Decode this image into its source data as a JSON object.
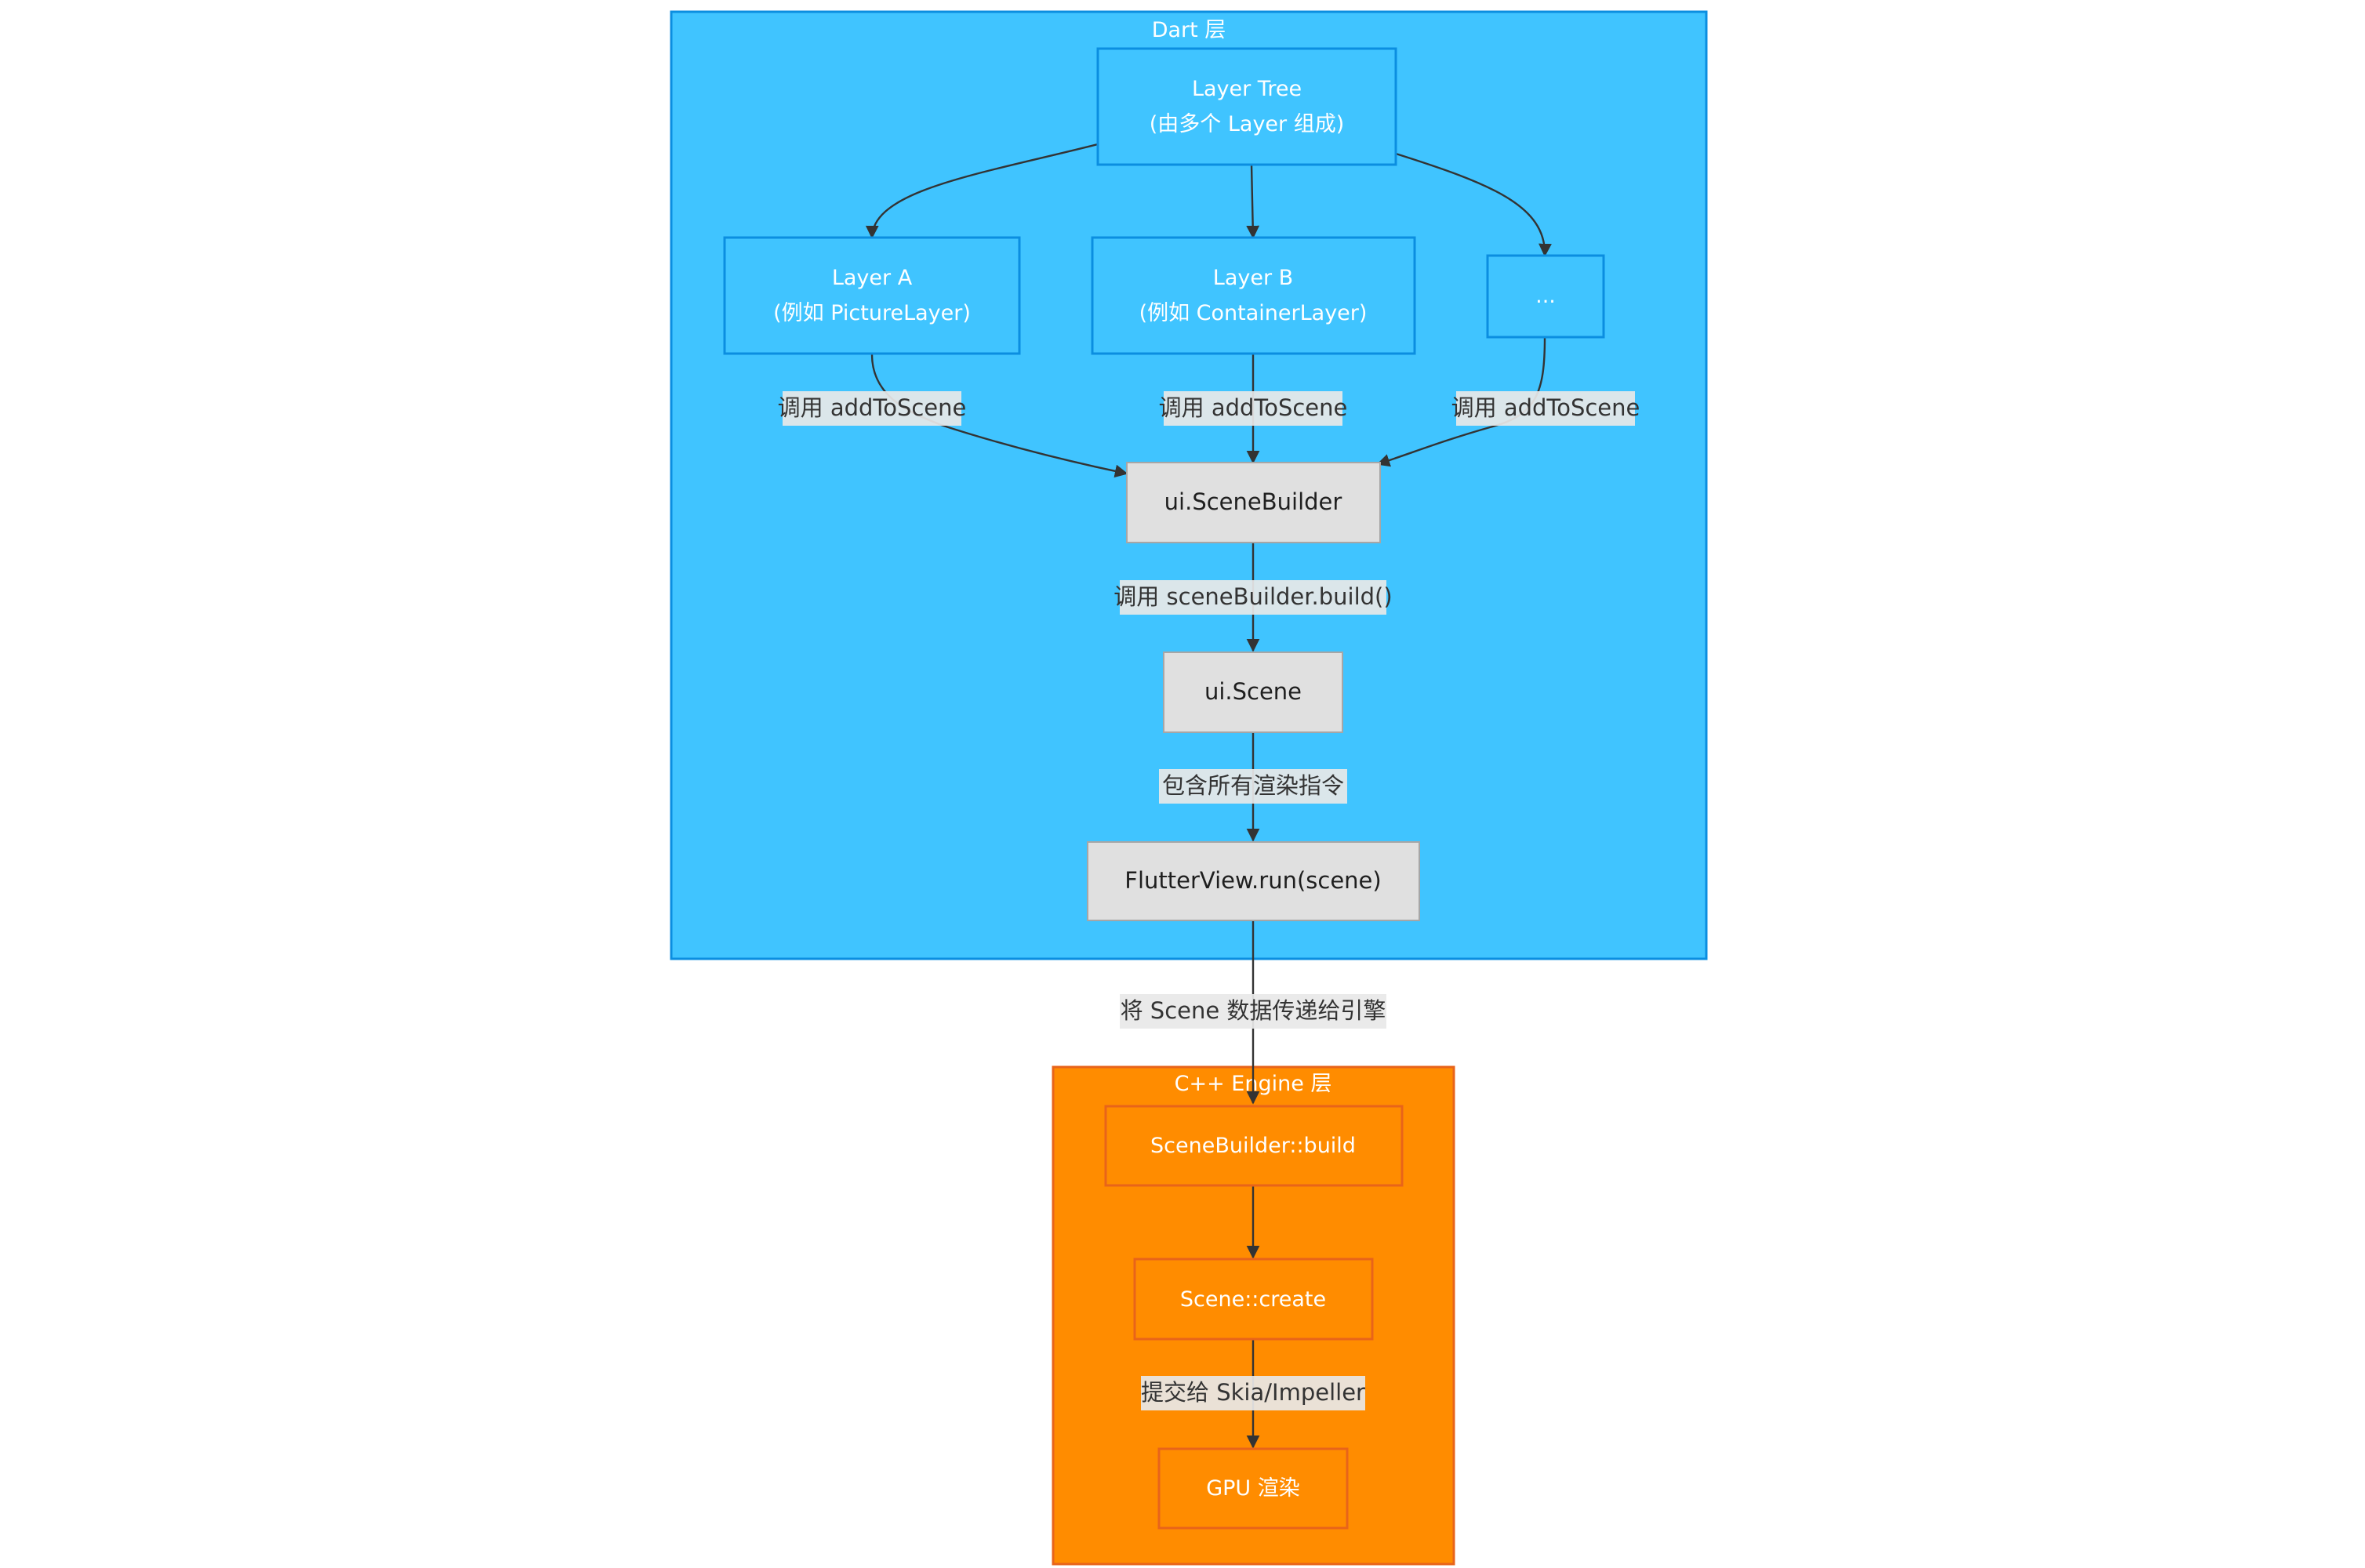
{
  "colors": {
    "dart_cluster_fill": "#40c4ff",
    "dart_cluster_stroke": "#0b8ee0",
    "engine_cluster_fill": "#ff8c00",
    "engine_cluster_stroke": "#e8641a",
    "edge_label_bg": "#e8e8e8",
    "gray_node_fill": "#e0e0e0",
    "gray_node_stroke": "#a6a6a6",
    "edge_color": "#333333"
  },
  "clusters": {
    "dart": {
      "title": "Dart 层"
    },
    "engine": {
      "title": "C++ Engine 层"
    }
  },
  "nodes": {
    "layer_tree": {
      "lines": [
        "Layer Tree",
        "(由多个 Layer 组成)"
      ]
    },
    "layer_a": {
      "lines": [
        "Layer A",
        "(例如 PictureLayer)"
      ]
    },
    "layer_b": {
      "lines": [
        "Layer B",
        "(例如 ContainerLayer)"
      ]
    },
    "ellipsis": {
      "lines": [
        "..."
      ]
    },
    "scene_builder": {
      "lines": [
        "ui.SceneBuilder"
      ]
    },
    "ui_scene": {
      "lines": [
        "ui.Scene"
      ]
    },
    "flutter_view_run": {
      "lines": [
        "FlutterView.run(scene)"
      ]
    },
    "cpp_scene_builder_build": {
      "lines": [
        "SceneBuilder::build"
      ]
    },
    "cpp_scene_create": {
      "lines": [
        "Scene::create"
      ]
    },
    "gpu_render": {
      "lines": [
        "GPU 渲染"
      ]
    }
  },
  "edges": {
    "layer_a_to_builder": "调用 addToScene",
    "layer_b_to_builder": "调用 addToScene",
    "ellipsis_to_builder": "调用 addToScene",
    "builder_to_scene": "调用 sceneBuilder.build()",
    "scene_to_run": "包含所有渲染指令",
    "run_to_engine": "将 Scene 数据传递给引擎",
    "create_to_gpu": "提交给 Skia/Impeller"
  }
}
